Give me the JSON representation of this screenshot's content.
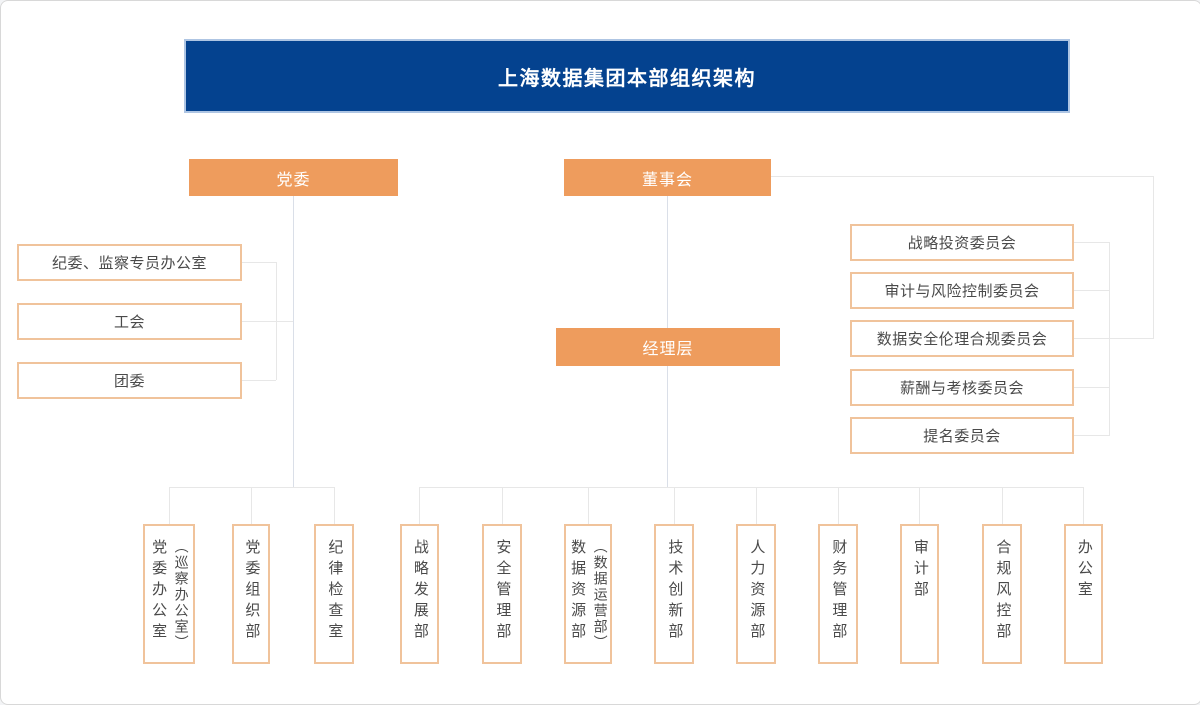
{
  "title": {
    "text": "上海数据集团本部组织架构"
  },
  "colors": {
    "navy": "#04428F",
    "orange": "#EE9C5D",
    "box-border": "#F0C39B",
    "line": "#E7E7E7",
    "trunk": "#DADFE8",
    "text-dark": "#4A4A4A"
  },
  "nodes": {
    "party": "党委",
    "board": "董事会",
    "management": "经理层"
  },
  "party_orgs": [
    "纪委、监察专员办公室",
    "工会",
    "团委"
  ],
  "board_committees": [
    "战略投资委员会",
    "审计与风险控制委员会",
    "数据安全伦理合规委员会",
    "薪酬与考核委员会",
    "提名委员会"
  ],
  "party_departments": [
    {
      "label": "党委办公室",
      "sub_label": "（巡察办公室）"
    },
    {
      "label": "党委组织部"
    },
    {
      "label": "纪律检查室"
    }
  ],
  "management_departments": [
    {
      "label": "战略发展部"
    },
    {
      "label": "安全管理部"
    },
    {
      "label": "数据资源部",
      "sub_label": "（数据运营部）"
    },
    {
      "label": "技术创新部"
    },
    {
      "label": "人力资源部"
    },
    {
      "label": "财务管理部"
    },
    {
      "label": "审计部"
    },
    {
      "label": "合规风控部"
    },
    {
      "label": "办公室"
    }
  ]
}
